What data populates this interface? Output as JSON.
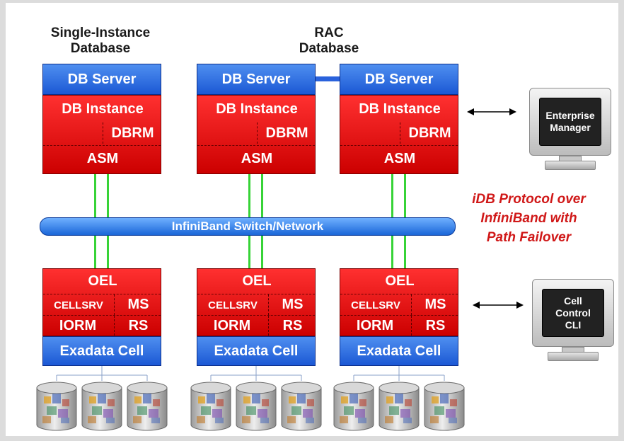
{
  "headers": {
    "single": "Single-Instance\nDatabase",
    "rac": "RAC\nDatabase"
  },
  "db_stacks": [
    {
      "server": "DB Server",
      "instance": "DB Instance",
      "dbrm": "DBRM",
      "asm": "ASM"
    },
    {
      "server": "DB Server",
      "instance": "DB Instance",
      "dbrm": "DBRM",
      "asm": "ASM"
    },
    {
      "server": "DB Server",
      "instance": "DB Instance",
      "dbrm": "DBRM",
      "asm": "ASM"
    }
  ],
  "switch_label": "InfiniBand Switch/Network",
  "protocol_text": "iDB Protocol over\nInfiniBand with\nPath Failover",
  "cells": [
    {
      "oel": "OEL",
      "cellsrv": "CELLSRV",
      "ms": "MS",
      "iorm": "IORM",
      "rs": "RS",
      "cell": "Exadata Cell"
    },
    {
      "oel": "OEL",
      "cellsrv": "CELLSRV",
      "ms": "MS",
      "iorm": "IORM",
      "rs": "RS",
      "cell": "Exadata Cell"
    },
    {
      "oel": "OEL",
      "cellsrv": "CELLSRV",
      "ms": "MS",
      "iorm": "IORM",
      "rs": "RS",
      "cell": "Exadata Cell"
    }
  ],
  "monitors": {
    "enterprise": "Enterprise\nManager",
    "cli": "Cell\nControl\nCLI"
  },
  "colors": {
    "server_blue": "#1b58d4",
    "db_red": "#cc0000",
    "link_green": "#37d337",
    "protocol_text": "#d01818"
  },
  "icons": [
    "disk-icon",
    "monitor-icon",
    "double-arrow-icon"
  ]
}
